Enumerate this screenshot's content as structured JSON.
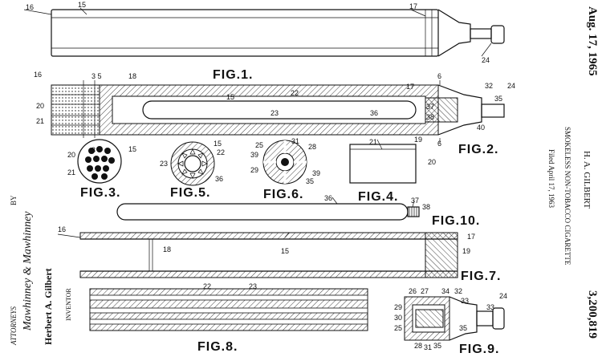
{
  "margin_right": {
    "date": "Aug. 17, 1965",
    "inventor_name": "H. A. GILBERT",
    "title": "SMOKELESS NON-TOBACCO CIGARETTE",
    "filed": "Filed April 17, 1963",
    "patent_no": "3,200,819"
  },
  "margin_left": {
    "by": "BY",
    "signature": "Mawhinney & Mawhinney",
    "attorneys": "ATTORNEYS",
    "inventor_caption": "INVENTOR",
    "inventor_full": "Herbert A. Gilbert"
  },
  "figures": {
    "fig1": "FIG.1.",
    "fig2": "FIG.2.",
    "fig3": "FIG.3.",
    "fig4": "FIG.4.",
    "fig5": "FIG.5.",
    "fig6": "FIG.6.",
    "fig7": "FIG.7.",
    "fig8": "FIG.8.",
    "fig9": "FIG.9.",
    "fig10": "FIG.10."
  },
  "refs": {
    "r15": "15",
    "r16": "16",
    "r17": "17",
    "r18": "18",
    "r19": "19",
    "r20": "20",
    "r21": "21",
    "r22": "22",
    "r23": "23",
    "r24": "24",
    "r25": "25",
    "r26": "26",
    "r27": "27",
    "r28": "28",
    "r29": "29",
    "r30": "30",
    "r31": "31",
    "r32": "32",
    "r33": "33",
    "r34": "34",
    "r35": "35",
    "r36": "36",
    "r37": "37",
    "r38": "38",
    "r39": "39",
    "r40": "40",
    "sec35": "3 5",
    "sec6": "6"
  }
}
